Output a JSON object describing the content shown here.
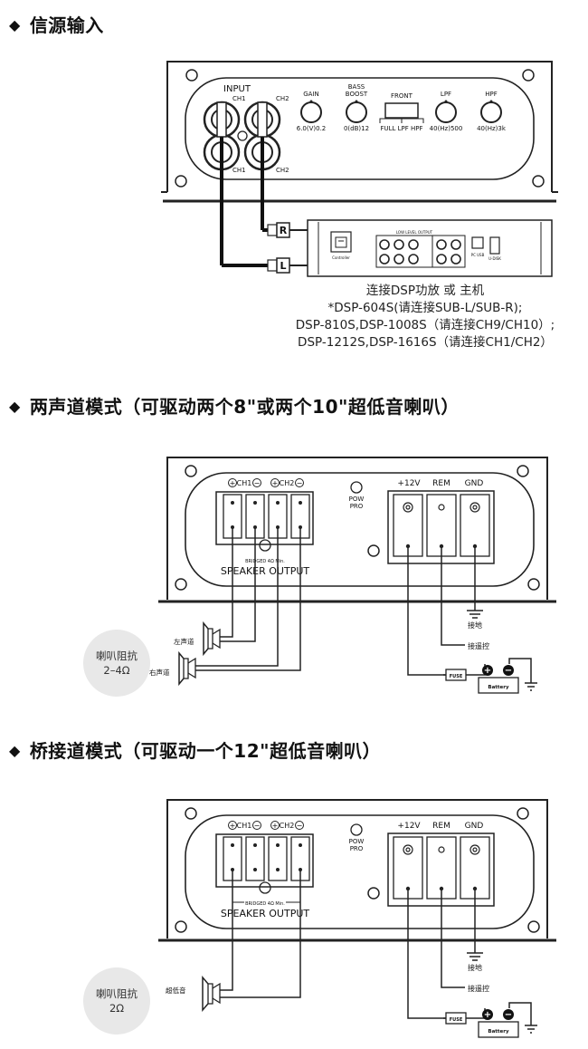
{
  "section1": {
    "title": "信源输入",
    "input_label": "INPUT",
    "ch1": "CH1",
    "ch2": "CH2",
    "gain_label": "GAIN",
    "gain_range": "6.0(V)0.2",
    "bass_label1": "BASS",
    "bass_label2": "BOOST",
    "bass_range": "0(dB)12",
    "front_label": "FRONT",
    "front_modes": "FULL  LPF  HPF",
    "lpf_label": "LPF",
    "lpf_range": "40(Hz)500",
    "hpf_label": "HPF",
    "hpf_range": "40(Hz)3k",
    "plug_r": "R",
    "plug_l": "L",
    "dsp_low_level": "LOW LEVEL OUTPUT",
    "dsp_controller": "Controller",
    "dsp_pcusb": "PC USB",
    "dsp_uos": "U-DISK",
    "dsp_lines": [
      "连接DSP功放 或 主机",
      "*DSP-604S(请连接SUB-L/SUB-R);",
      "DSP-810S,DSP-1008S（请连接CH9/CH10）;",
      "DSP-1212S,DSP-1616S（请连接CH1/CH2）"
    ]
  },
  "section2": {
    "title": "两声道模式（可驱动两个8\"或两个10\"超低音喇叭）",
    "ch1": "CH1",
    "ch2": "CH2",
    "bridged": "BRIDGED 4Ω Min.",
    "speaker_output": "SPEAKER   OUTPUT",
    "pow": "POW",
    "pro": "PRO",
    "t12v": "+12V",
    "rem": "REM",
    "gnd": "GND",
    "ground": "接地",
    "remote": "接遥控",
    "fuse": "FUSE",
    "battery": "Battery",
    "left_channel": "左声道",
    "right_channel": "右声道",
    "impedance_label": "喇叭阻抗",
    "impedance_value": "2–4Ω"
  },
  "section3": {
    "title": "桥接道模式（可驱动一个12\"超低音喇叭）",
    "ch1": "CH1",
    "ch2": "CH2",
    "bridged": "BRIDGED 4Ω Min.",
    "speaker_output": "SPEAKER   OUTPUT",
    "pow": "POW",
    "pro": "PRO",
    "t12v": "+12V",
    "rem": "REM",
    "gnd": "GND",
    "ground": "接地",
    "remote": "接遥控",
    "fuse": "FUSE",
    "battery": "Battery",
    "subwoofer": "超低音",
    "impedance_label": "喇叭阻抗",
    "impedance_value": "2Ω"
  }
}
